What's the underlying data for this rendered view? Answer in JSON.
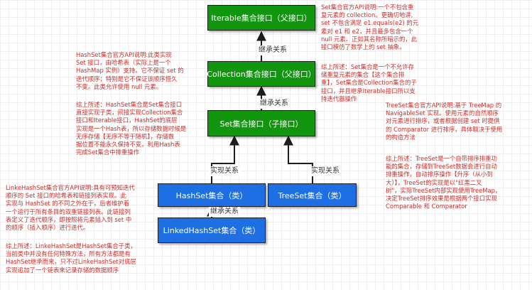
{
  "nodes": {
    "iterable": "Iterable集合接口（父接口）",
    "collection": "Collection集合接口（父接口）",
    "set": "Set集合接口（子接口）",
    "hashset": "HashSet集合（类）",
    "treeset": "TreeSet集合（类）",
    "linkedhashset": "LinkedHashSet集合（类）"
  },
  "edges": {
    "collection_iterable": "继承关系",
    "set_collection": "继承关系",
    "hashset_set": "实现关系",
    "treeset_set": "实现关系",
    "linked_hashset": "继承关系"
  },
  "notes": {
    "iterable_desc": "Set集合官方API说明:一个不包含重\n复元素的 collection。更确切地讲,\nset 不包含满足 e1.equals(e2) 的元\n素对 e1 和 e2，并且最多包含一个\nnull 元素。正如其名称所暗示的，此\n接口模仿了数学上的 set 抽象。",
    "collection_summary": "综上所述：Set集合是一个不允许存\n储重复元素的集合【这个集合排\n重】，Set集合是Collection集合的子\n接口，并且继承Iterable接口所以支\n持迭代器操作",
    "hashset_api": "HashSet集合官方API说明:此类实现\nSet 接口，由哈希表（实际上是一个\nHashMap 实例）支持。它不保证 set 的\n迭代顺序；特别是它不保证该顺序恒久\n不变。此类允许使用 null 元素。",
    "hashset_summary": "综上所述：HashSet集合是Set集合接口\n直接实现子类，间接实现Collection集合\n接口和Iterable接口，HashSet的底层\n实现是一个Hash表，所以存储数据时候是\n无序存储【无序不等于随机】，存储数\n据位置不能永久保持不变，利用Hash表\n完成Set集合中排重操作",
    "treeset_api": "TreeSet集合官方API说明:基于 TreeMap 的\nNavigableSet 实现。使用元素的自然顺序\n对元素进行排序，或者根据创建 set 时提供\n的 Comparator 进行排序，具体取决于使用\n的构造方法",
    "treeset_summary": "综上所述：TreeSet是一个自带排序排重功\n能的集合，存储到TreeSet数据会进行自动\n排重操作，自动排序操作【升序（从小到\n大）】，TreeSet的实现是以\"红黑二叉\n树\"，实际TreeSet内部实现使用TreeMap，\n决定TreeSet排序效果是根据两个接口实现\nComparable 和 Comparator",
    "linkedhashset_api": "LinkeHashSet集合官方API说明:具有可预知迭代\n顺序的 Set 接口的哈希表和链接列表实现。此\n实现与 HashSet 的不同之外在于，后者维护着\n一个运行于所有条目的双重链接列表。此链接列\n表定义了迭代顺序，即按照将元素插入到 set 中\n的顺序（插入顺序）进行迭代。",
    "linkedhashset_summary": "综上所述：LinkeHashSet是HashSet集合子类，\n当前类中并没有任何特殊方法，所有方法都是有\nHashSet继承而来，只不过LinkeHashSet对底层\n实现追加了一个链表来记录存储的数据顺序"
  },
  "colors": {
    "interface_fill": "#13960f",
    "class_fill": "#1e6fe3",
    "note_text": "#c9302c",
    "line": "#1d1d1d"
  }
}
